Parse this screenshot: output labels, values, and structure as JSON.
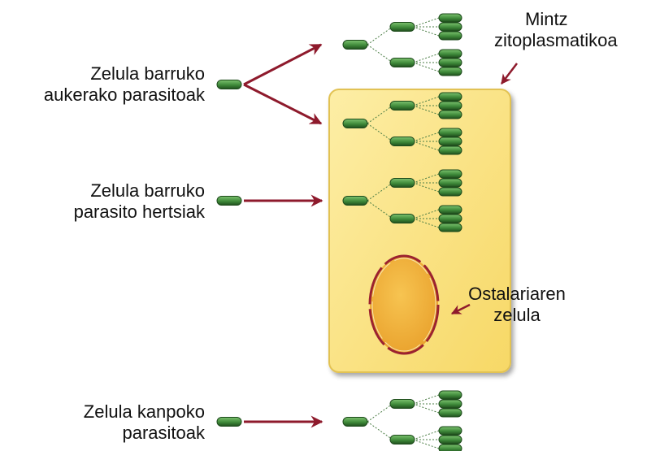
{
  "labels": {
    "facultative": [
      "Zelula barruko",
      "aukerako parasitoak"
    ],
    "obligate": [
      "Zelula barruko",
      "parasito hertsiak"
    ],
    "extracellular": [
      "Zelula kanpoko",
      "parasitoak"
    ],
    "membrane": [
      "Mintz",
      "zitoplasmatikoa"
    ],
    "host_cell": [
      "Ostalariaren",
      "zelula"
    ]
  },
  "colors": {
    "cell_fill": "#fbe58a",
    "cell_border": "#e2c253",
    "nucleus_fill": "#f2b23a",
    "nucleus_border": "#9b2230",
    "bacterium": "#3f8a3a",
    "arrow": "#8e1a2c"
  }
}
